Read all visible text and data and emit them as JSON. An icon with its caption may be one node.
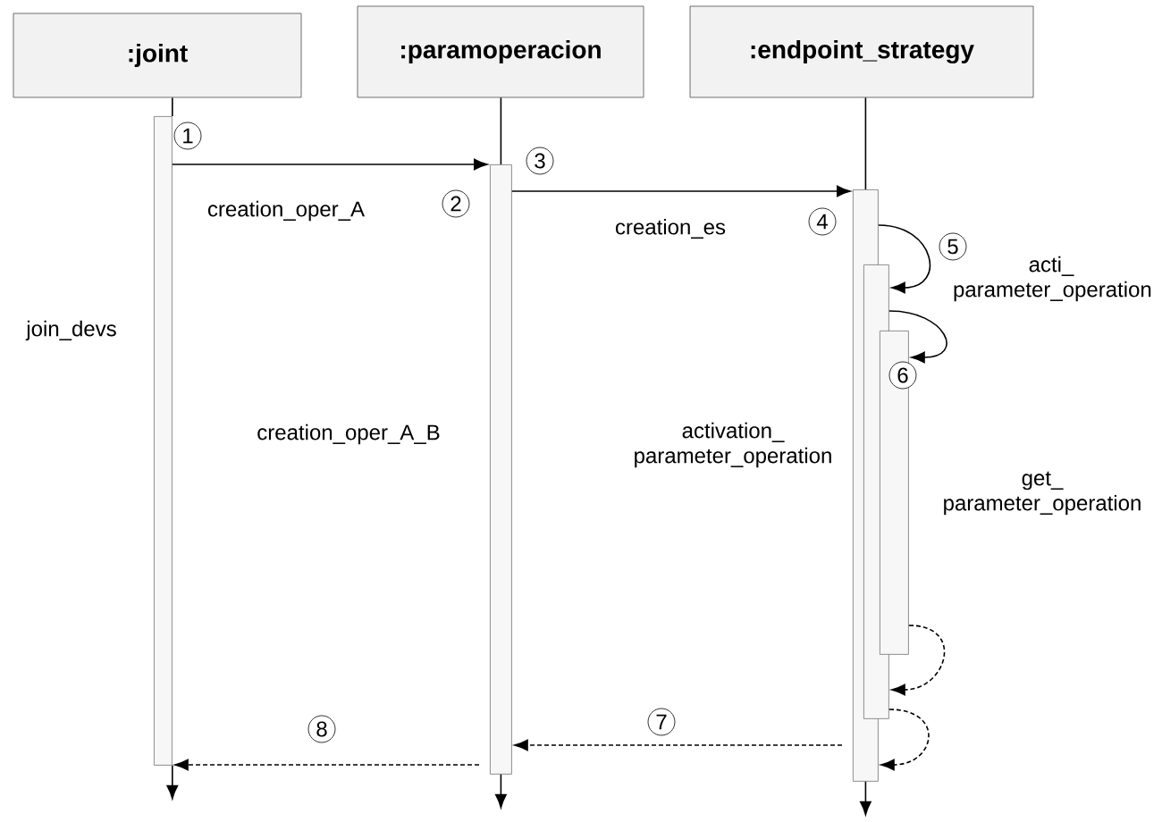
{
  "diagram": {
    "nodes": [
      {
        "text": [
          ":joint"
        ]
      },
      {
        "text": [
          ":paramoperacion"
        ]
      },
      {
        "text": [
          ":endpoint_strategy"
        ]
      },
      {
        "text": [],
        "shape": "bar"
      },
      {
        "text": [],
        "shape": "bar"
      },
      {
        "text": [],
        "shape": "bar"
      },
      {
        "text": [],
        "shape": "bar"
      },
      {
        "text": [],
        "shape": "bar"
      }
    ],
    "edges": [
      {
        "from": 0,
        "to": 3,
        "arrow": "none"
      },
      {
        "from": 1,
        "to": 4,
        "arrow": "none"
      },
      {
        "from": 2,
        "to": 5,
        "arrow": "none"
      },
      {
        "from": 3,
        "to": 4,
        "arrow": "to",
        "label": "creation_oper_A"
      },
      {
        "from": 4,
        "to": 5,
        "arrow": "to",
        "label": "creation_es"
      },
      {
        "from": 5,
        "to": 6,
        "arrow": "to",
        "label": "acti_ parameter_operation"
      },
      {
        "from": 6,
        "to": 7,
        "arrow": "to"
      },
      {
        "from": 7,
        "to": 6,
        "arrow": "to",
        "style": "dashed"
      },
      {
        "from": 6,
        "to": 5,
        "arrow": "to",
        "style": "dashed"
      },
      {
        "from": 5,
        "to": 4,
        "arrow": "to",
        "style": "dashed"
      },
      {
        "from": 4,
        "to": 3,
        "arrow": "to",
        "style": "dashed"
      },
      {
        "from": 3,
        "to": null,
        "arrow": "to"
      },
      {
        "from": 4,
        "to": null,
        "arrow": "to"
      },
      {
        "from": 5,
        "to": null,
        "arrow": "to"
      }
    ],
    "labels": [
      "1",
      "2",
      "3",
      "4",
      "5",
      "6",
      "7",
      "8",
      "join_devs",
      "creation_oper_A_B",
      "activation_ parameter_operation",
      "get_ parameter_operation"
    ]
  }
}
